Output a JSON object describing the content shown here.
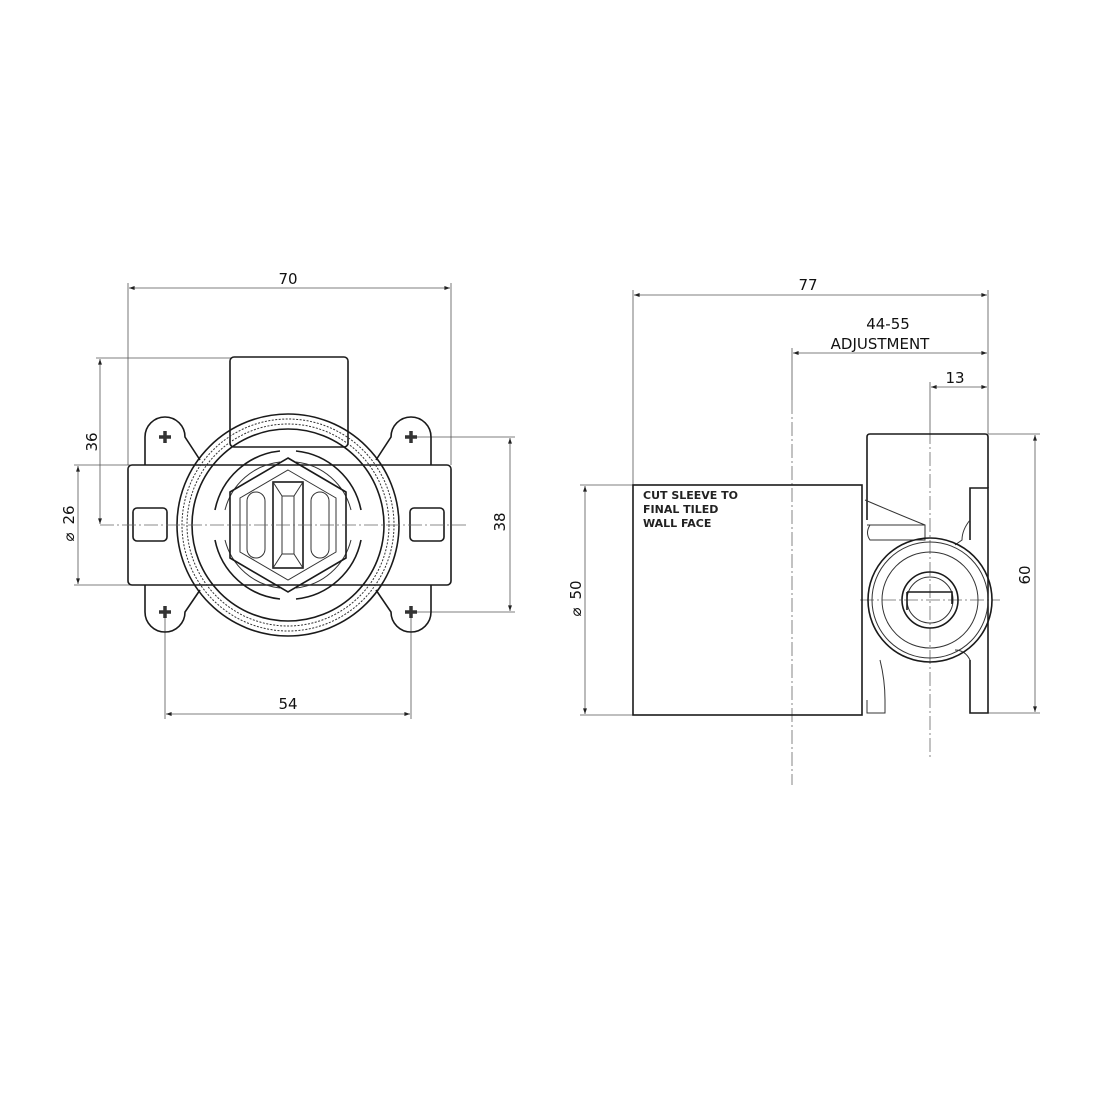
{
  "front_view": {
    "dims": {
      "overall_width": "70",
      "height_to_center": "36",
      "diameter_26": "26",
      "lug_vertical_spacing": "38",
      "lug_horizontal_spacing": "54"
    },
    "diameter_symbol": "⌀"
  },
  "side_view": {
    "dims": {
      "overall_depth": "77",
      "adjustment_range": "44-55",
      "adjustment_label": "ADJUSTMENT",
      "offset_13": "13",
      "sleeve_diameter": "50",
      "height_60": "60"
    },
    "note_lines": [
      "CUT SLEEVE TO",
      "FINAL TILED",
      "WALL FACE"
    ]
  }
}
